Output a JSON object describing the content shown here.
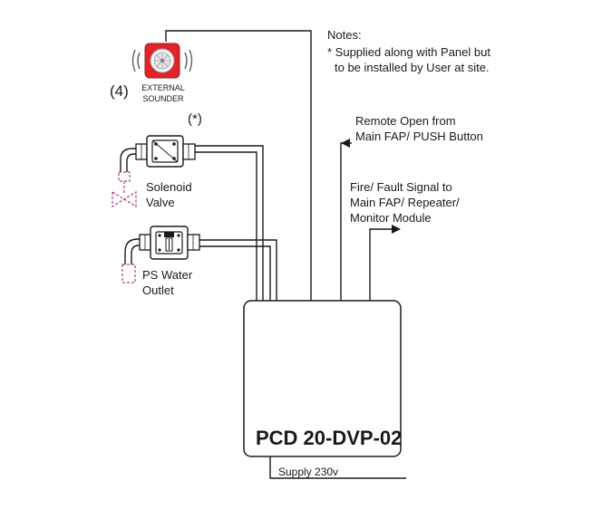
{
  "notes": {
    "title": "Notes:",
    "line1": "* Supplied along with Panel but",
    "line2": "to be installed by User at site."
  },
  "sounder": {
    "number": "(4)",
    "label_line1": "EXTERNAL",
    "label_line2": "SOUNDER",
    "icon": "external-sounder-icon",
    "color": "#e0252a"
  },
  "asterisk_mark": "(*)",
  "solenoid": {
    "label_line1": "Solenoid",
    "label_line2": "Valve",
    "icon": "solenoid-valve-icon"
  },
  "ps_water": {
    "label_line1": "PS Water",
    "label_line2": "Outlet",
    "icon": "pressure-switch-icon"
  },
  "remote_open": {
    "line1": "Remote Open from",
    "line2": "Main FAP/ PUSH Button"
  },
  "fire_fault": {
    "line1": "Fire/ Fault Signal to",
    "line2": "Main FAP/ Repeater/",
    "line3": "Monitor Module"
  },
  "panel": {
    "label": "PCD 20-DVP-02"
  },
  "supply": {
    "label": "Supply 230v"
  },
  "colors": {
    "line": "#1a1a1a",
    "dashed": "#b03a8a",
    "sounder_red": "#e0252a"
  }
}
